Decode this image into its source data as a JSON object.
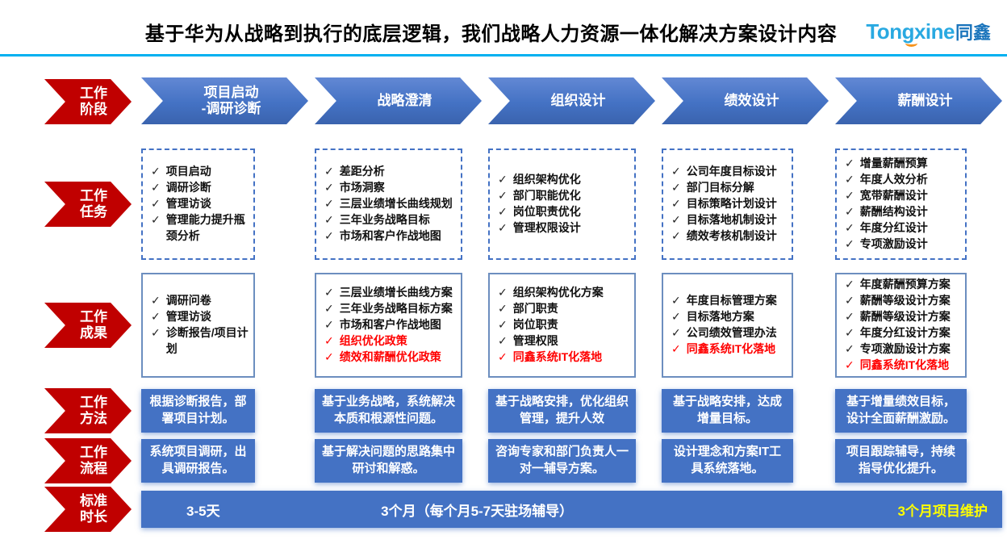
{
  "header": {
    "title": "基于华为从战略到执行的底层逻辑，我们战略人力资源一体化解决方案设计内容",
    "logo": {
      "latin": "Tongxine",
      "cjk": "同鑫"
    }
  },
  "icons": {
    "check": "✓"
  },
  "colors": {
    "label_red": "#C00000",
    "primary_blue": "#4472C4",
    "divider_blue": "#00B0F0",
    "highlight_red_text": "#FF0000",
    "duration_yellow": "#FFFF00",
    "logo_light_blue": "#29A9E1",
    "logo_dark_blue": "#1B75BC",
    "logo_orange": "#F7941D"
  },
  "row_labels": [
    {
      "label": "工作\n阶段"
    },
    {
      "label": "工作\n任务"
    },
    {
      "label": "工作\n成果"
    },
    {
      "label": "工作\n方法"
    },
    {
      "label": "工作\n流程"
    },
    {
      "label": "标准\n时长"
    }
  ],
  "columns": [
    {
      "stage": "项目启动\n-调研诊断",
      "tasks": [
        "项目启动",
        "调研诊断",
        "管理访谈",
        "管理能力提升瓶颈分析"
      ],
      "results": [
        {
          "text": "调研问卷",
          "red": false
        },
        {
          "text": "管理访谈",
          "red": false
        },
        {
          "text": "诊断报告/项目计划",
          "red": false
        }
      ],
      "method": "根据诊断报告，部署项目计划。",
      "process": "系统项目调研，出具调研报告。"
    },
    {
      "stage": "战略澄清",
      "tasks": [
        "差距分析",
        "市场洞察",
        "三层业绩增长曲线规划",
        "三年业务战略目标",
        "市场和客户作战地图"
      ],
      "results": [
        {
          "text": "三层业绩增长曲线方案",
          "red": false
        },
        {
          "text": "三年业务战略目标方案",
          "red": false
        },
        {
          "text": "市场和客户作战地图",
          "red": false
        },
        {
          "text": "组织优化政策",
          "red": true
        },
        {
          "text": "绩效和薪酬优化政策",
          "red": true
        }
      ],
      "method": "基于业务战略，系统解决本质和根源性问题。",
      "process": "基于解决问题的思路集中研讨和解惑。"
    },
    {
      "stage": "组织设计",
      "tasks": [
        "组织架构优化",
        "部门职能优化",
        "岗位职责优化",
        "管理权限设计"
      ],
      "results": [
        {
          "text": "组织架构优化方案",
          "red": false
        },
        {
          "text": "部门职责",
          "red": false
        },
        {
          "text": "岗位职责",
          "red": false
        },
        {
          "text": "管理权限",
          "red": false
        },
        {
          "text": "同鑫系统IT化落地",
          "red": true
        }
      ],
      "method": "基于战略安排，优化组织管理，提升人效",
      "process": "咨询专家和部门负责人一对一辅导方案。"
    },
    {
      "stage": "绩效设计",
      "tasks": [
        "公司年度目标设计",
        "部门目标分解",
        "目标策略计划设计",
        "目标落地机制设计",
        "绩效考核机制设计"
      ],
      "results": [
        {
          "text": "年度目标管理方案",
          "red": false
        },
        {
          "text": "目标落地方案",
          "red": false
        },
        {
          "text": "公司绩效管理办法",
          "red": false
        },
        {
          "text": "同鑫系统IT化落地",
          "red": true
        }
      ],
      "method": "基于战略安排，达成增量目标。",
      "process": "设计理念和方案IT工具系统落地。"
    },
    {
      "stage": "薪酬设计",
      "tasks": [
        "增量薪酬预算",
        "年度人效分析",
        "宽带薪酬设计",
        "薪酬结构设计",
        "年度分红设计",
        "专项激励设计"
      ],
      "results": [
        {
          "text": "年度薪酬预算方案",
          "red": false
        },
        {
          "text": "薪酬等级设计方案",
          "red": false
        },
        {
          "text": "薪酬等级设计方案",
          "red": false
        },
        {
          "text": "年度分红设计方案",
          "red": false
        },
        {
          "text": "专项激励设计方案",
          "red": false
        },
        {
          "text": "同鑫系统IT化落地",
          "red": true
        }
      ],
      "method": "基于增量绩效目标，设计全面薪酬激励。",
      "process": "项目跟踪辅导，持续指导优化提升。"
    }
  ],
  "duration": {
    "phase1": "3-5天",
    "phase2": "3个月（每个月5-7天驻场辅导）",
    "phase3": "3个月项目维护"
  }
}
